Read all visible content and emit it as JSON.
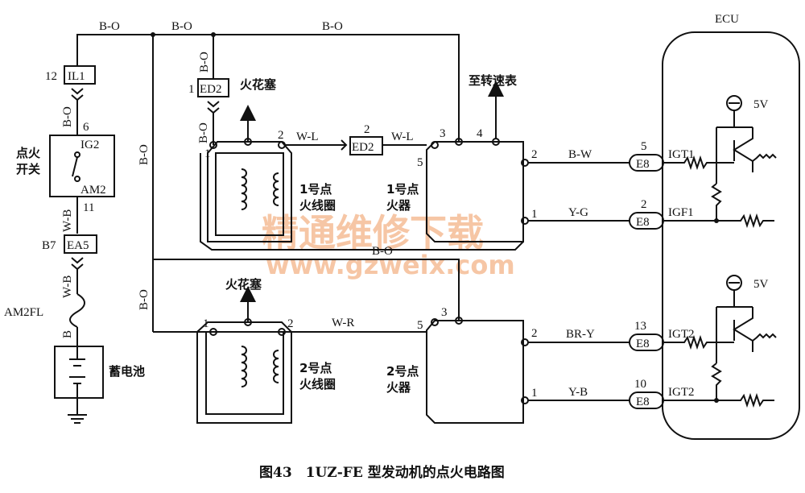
{
  "caption": "图43　1UZ-FE 型发动机的点火电路图",
  "watermark": {
    "cn": "精通维修下载",
    "url": "www.gzweix.com"
  },
  "ecu": {
    "title": "ECU",
    "v1": "5V",
    "v2": "5V",
    "igt1": "IGT1",
    "igf1": "IGF1",
    "igt2a": "IGT2",
    "igt2b": "IGT2"
  },
  "wires": {
    "bo_top1": "B-O",
    "bo_top2": "B-O",
    "bo_top3": "B-O",
    "bo_vert_plug": "B-O",
    "bo_vert_ed2": "B-O",
    "bo_left": "B-O",
    "bo_mid": "B-O",
    "bo_lower": "B-O",
    "wl1": "W-L",
    "wl2": "W-L",
    "wr": "W-R",
    "bw": "B-W",
    "yg": "Y-G",
    "bry": "BR-Y",
    "yb": "Y-B",
    "wb1": "W-B",
    "wb2": "W-B",
    "b": "B"
  },
  "connectors": {
    "il1": "IL1",
    "il1_pin": "12",
    "ed2a": "ED2",
    "ed2a_pin": "1",
    "ed2b": "ED2",
    "ed2b_pin": "2",
    "ea5": "EA5",
    "ea5_pin": "B7",
    "e8": "E8"
  },
  "pins": {
    "p6": "6",
    "p11": "11",
    "c1_1": "1",
    "c1_2": "2",
    "c2_1": "1",
    "c2_2": "2",
    "ig1_3": "3",
    "ig1_4": "4",
    "ig1_5": "5",
    "ig1_2": "2",
    "ig1_1": "1",
    "ig2_3": "3",
    "ig2_5": "5",
    "ig2_2": "2",
    "ig2_1": "1",
    "e8_5": "5",
    "e8_2": "2",
    "e8_13": "13",
    "e8_10": "10"
  },
  "labels": {
    "ignition_switch": [
      "点火",
      "开关"
    ],
    "ig2": "IG2",
    "am2": "AM2",
    "am2fl": "AM2FL",
    "battery": "蓄电池",
    "spark1": "火花塞",
    "spark2": "火花塞",
    "tacho": "至转速表",
    "coil1": [
      "1号点",
      "火线圈"
    ],
    "coil2": [
      "2号点",
      "火线圈"
    ],
    "igniter1": [
      "1号点",
      "火器"
    ],
    "igniter2": [
      "2号点",
      "火器"
    ]
  }
}
